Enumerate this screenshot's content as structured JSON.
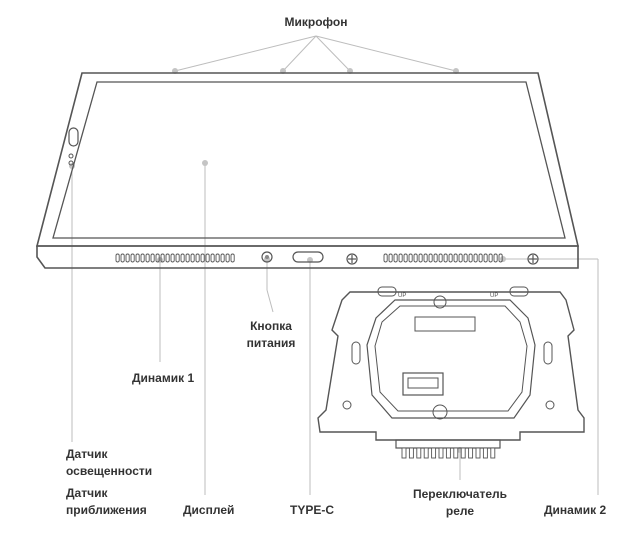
{
  "labels": {
    "microphone": "Микрофон",
    "power_button": [
      "Кнопка",
      "питания"
    ],
    "speaker1": "Динамик 1",
    "light_sensor": [
      "Датчик",
      "освещенности"
    ],
    "proximity_sensor": [
      "Датчик",
      "приближения"
    ],
    "display": "Дисплей",
    "type_c": "TYPE-C",
    "relay_switch": [
      "Переключатель",
      "реле"
    ],
    "speaker2": "Динамик 2"
  },
  "mount_marks": [
    "UP",
    "UP"
  ],
  "colors": {
    "line": "#bdbdbd",
    "device": "#555555",
    "text": "#333333"
  }
}
